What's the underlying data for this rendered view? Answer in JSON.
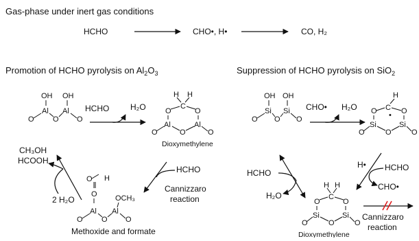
{
  "colors": {
    "ink": "#111111",
    "blocked": "#e02020"
  },
  "title": "Gas-phase under inert gas conditions",
  "gas_phase": {
    "reactant": "HCHO",
    "intermediate": "CHO•, H•",
    "products": "CO, H₂"
  },
  "left": {
    "heading_prefix": "Promotion of HCHO pyrolysis on Al",
    "heading_sub1": "2",
    "heading_mid": "O",
    "heading_sub2": "3",
    "reagent_top": "HCHO",
    "byproduct_top": "H₂O",
    "surface_oh1": "OH",
    "surface_oh2": "OH",
    "metal": "Al",
    "oxygen": "O",
    "methylene_h": "H",
    "methylene_c": "C",
    "dioxymethylene_label": "Dioxymethylene",
    "reagent_right": "HCHO",
    "cannizzaro_1": "Cannizzaro",
    "cannizzaro_2": "reaction",
    "formate_h": "H",
    "methoxy": "OCH₃",
    "methoxide_label": "Methoxide and formate",
    "reagent_water": "2 H₂O",
    "product_1": "CH₃OH",
    "product_2": "HCOOH"
  },
  "right": {
    "heading_prefix": "Suppression of HCHO pyrolysis on SiO",
    "heading_sub": "2",
    "reagent_top": "CHO•",
    "byproduct_top": "H₂O",
    "surface_oh1": "OH",
    "surface_oh2": "OH",
    "metal": "Si",
    "oxygen": "O",
    "methylene_h": "H",
    "methylene_c": "C",
    "radical_dot": "•",
    "h_radical": "H•",
    "reagent_right": "HCHO",
    "cho_radical": "CHO•",
    "reagent_left": "HCHO",
    "water": "H₂O",
    "dioxymethylene_label": "Dioxymethylene",
    "cannizzaro_1": "Cannizzaro",
    "cannizzaro_2": "reaction"
  }
}
